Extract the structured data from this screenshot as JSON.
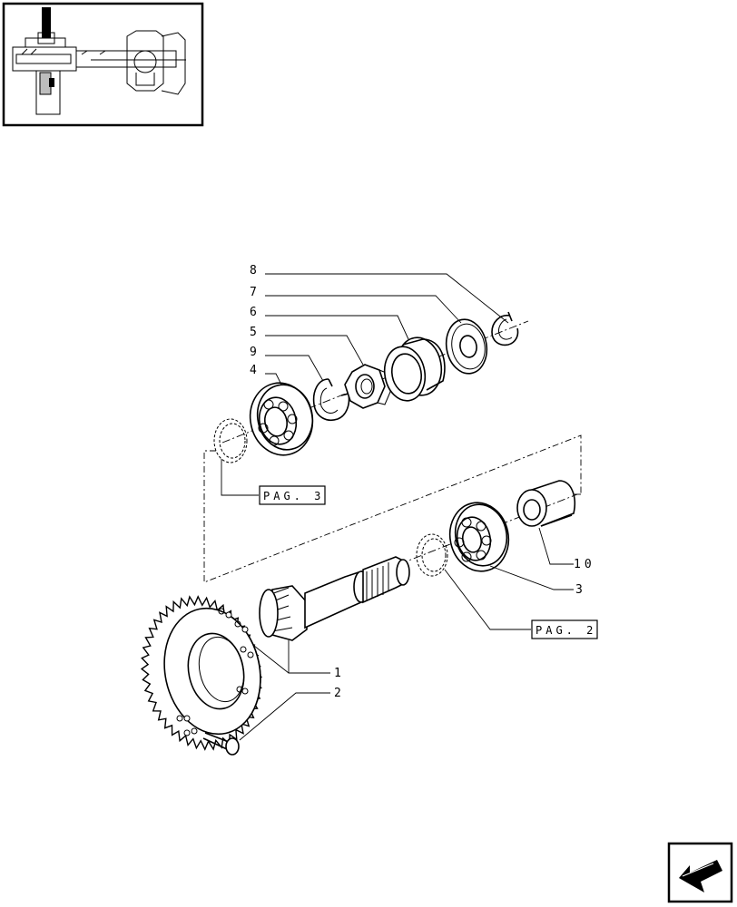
{
  "labels": {
    "p1": "1",
    "p2": "2",
    "p3": "3",
    "p4": "4",
    "p5": "5",
    "p6": "6",
    "p7": "7",
    "p8": "8",
    "p9": "9",
    "p10": "10"
  },
  "refs": {
    "pag3": "PAG. 3",
    "pag2": "PAG. 2"
  },
  "icons": {
    "thumbnail": "axle-assembly-thumbnail",
    "nav": "back-arrow-icon"
  }
}
